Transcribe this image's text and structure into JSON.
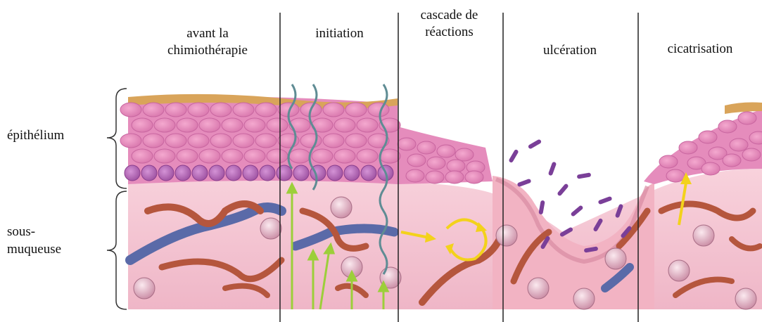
{
  "stages": [
    {
      "label": "avant la\nchimiothérapie"
    },
    {
      "label": "initiation"
    },
    {
      "label": "cascade de\nréactions"
    },
    {
      "label": "ulcération"
    },
    {
      "label": "cicatrisation"
    }
  ],
  "layers": {
    "epithelium": "épithélium",
    "submucosa": "sous-\nmuqueuse"
  },
  "colors": {
    "tissue": "#f3bfcf",
    "epithelium": "#e07fb4",
    "basal_cells": "#b35ab0",
    "keratin": "#d9a45a",
    "artery": "#b5563d",
    "vein": "#5a6aa8",
    "arrow_yellow": "#f3d21b",
    "arrow_green": "#9ccf3a",
    "bacteria": "#7a3f98"
  }
}
